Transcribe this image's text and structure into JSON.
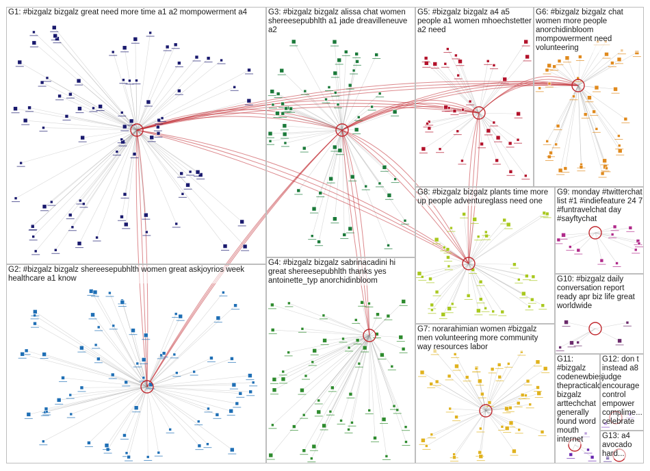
{
  "groups": [
    {
      "id": "G1",
      "label": "G1: #bizgalz bizgalz great need more time a1 a2 mompowerment a4",
      "color": "#1a1a6e"
    },
    {
      "id": "G2",
      "label": "G2: #bizgalz bizgalz shereesepubhlth women great askjoyrios week healthcare a1 know",
      "color": "#1f6fb5"
    },
    {
      "id": "G3",
      "label": "G3: #bizgalz bizgalz alissa chat women shereesepubhlth a1 jade dreavilleneuve a2",
      "color": "#1b7a3a"
    },
    {
      "id": "G4",
      "label": "G4: #bizgalz bizgalz sabrinacadini hi great shereesepubhlth thanks yes antoinette_typ anorchidinbloom",
      "color": "#2e8b2e"
    },
    {
      "id": "G5",
      "label": "G5: #bizgalz bizgalz a4 a5 people a1 women mhoechstetter a2 need",
      "color": "#b3122b"
    },
    {
      "id": "G6",
      "label": "G6: #bizgalz bizgalz chat women more people anorchidinbloom mompowerment need volunteering",
      "color": "#e08a1e"
    },
    {
      "id": "G7",
      "label": "G7: norarahimian women #bizgalz men volunteering more community way resources labor",
      "color": "#e0b21e"
    },
    {
      "id": "G8",
      "label": "G8: #bizgalz bizgalz plants time more up people adventureglass need one",
      "color": "#a8c81e"
    },
    {
      "id": "G9",
      "label": "G9: monday #twitterchat list #1 #indiefeature 24 7 #funtravelchat day #sayftychat",
      "color": "#b02a8a"
    },
    {
      "id": "G10",
      "label": "G10: #bizgalz daily conversation report ready apr biz life great worldwide",
      "color": "#6b2a6b"
    },
    {
      "id": "G11",
      "label": "G11: #bizgalz codenewbies thepracticald... bizgalz arttechchat generally found word mouth internet",
      "color": "#6a2ab0"
    },
    {
      "id": "G12",
      "label": "G12: don t instead a8 judge encourage control empower complime... celebrate",
      "color": "#8a4ad0"
    },
    {
      "id": "G13",
      "label": "G13: a4 avocado hard...",
      "color": "#4a2a8a"
    }
  ]
}
